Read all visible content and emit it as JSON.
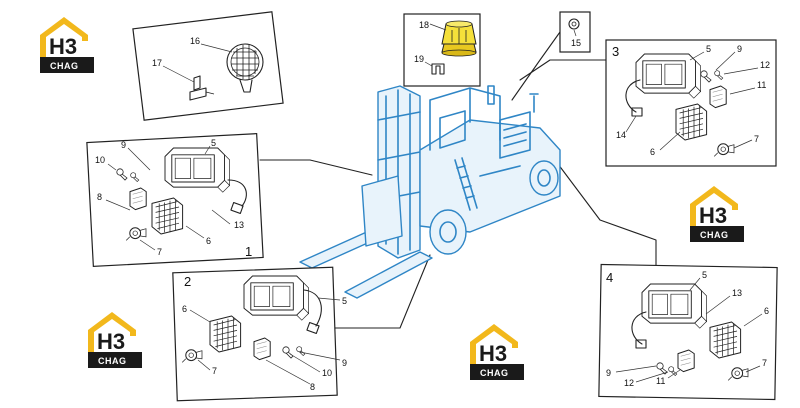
{
  "logo": {
    "mark": "H3",
    "caption": "CHAG",
    "color_yellow": "#f2b81c",
    "color_dark": "#1a1a1a"
  },
  "panels": {
    "p1": {
      "number": "1"
    },
    "p2": {
      "number": "2"
    },
    "p3": {
      "number": "3"
    },
    "p4": {
      "number": "4"
    }
  },
  "callouts": {
    "top_work_lamp": {
      "c16": "16",
      "c17": "17"
    },
    "beacon": {
      "c18": "18",
      "c19": "19"
    },
    "part15": {
      "c15": "15"
    },
    "p1": {
      "c9": "9",
      "c5": "5",
      "c10": "10",
      "c8": "8",
      "c13": "13",
      "c6": "6",
      "c7": "7"
    },
    "p2": {
      "c5": "5",
      "c6": "6",
      "c7": "7",
      "c9": "9",
      "c10": "10",
      "c8": "8"
    },
    "p3": {
      "c5": "5",
      "c9": "9",
      "c12": "12",
      "c11": "11",
      "c14": "14",
      "c6": "6",
      "c7": "7"
    },
    "p4": {
      "c5": "5",
      "c13": "13",
      "c6": "6",
      "c9": "9",
      "c12": "12",
      "c11": "11",
      "c7": "7"
    }
  },
  "colors": {
    "truck_stroke": "#2f86c6",
    "beacon_yellow": "#f5e03a"
  }
}
